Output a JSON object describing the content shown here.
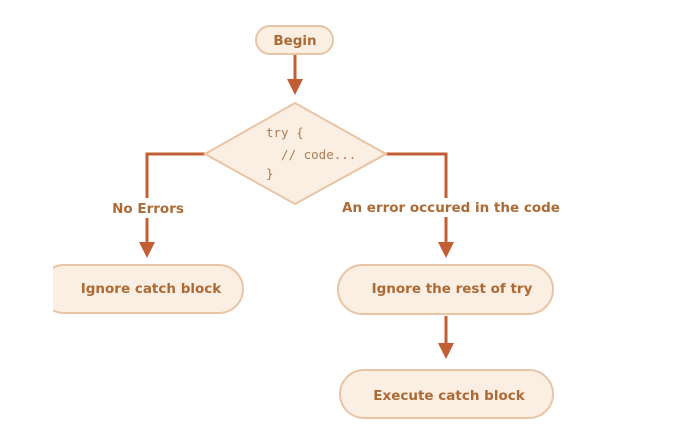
{
  "nodes": {
    "begin": "Begin",
    "decision_code": [
      "try {",
      "  // code...",
      "}"
    ],
    "ignore_catch": "Ignore catch block",
    "ignore_rest": "Ignore the rest of try",
    "execute_catch": "Execute catch block"
  },
  "edges": {
    "no_errors": "No Errors",
    "error_occurred": "An error occured in the code"
  },
  "colors": {
    "node_fill": "#fbeee2",
    "node_stroke": "#e9c4a5",
    "label_text": "#ac6a34",
    "code_text": "#b07a4f",
    "connector": "#c25e33"
  }
}
